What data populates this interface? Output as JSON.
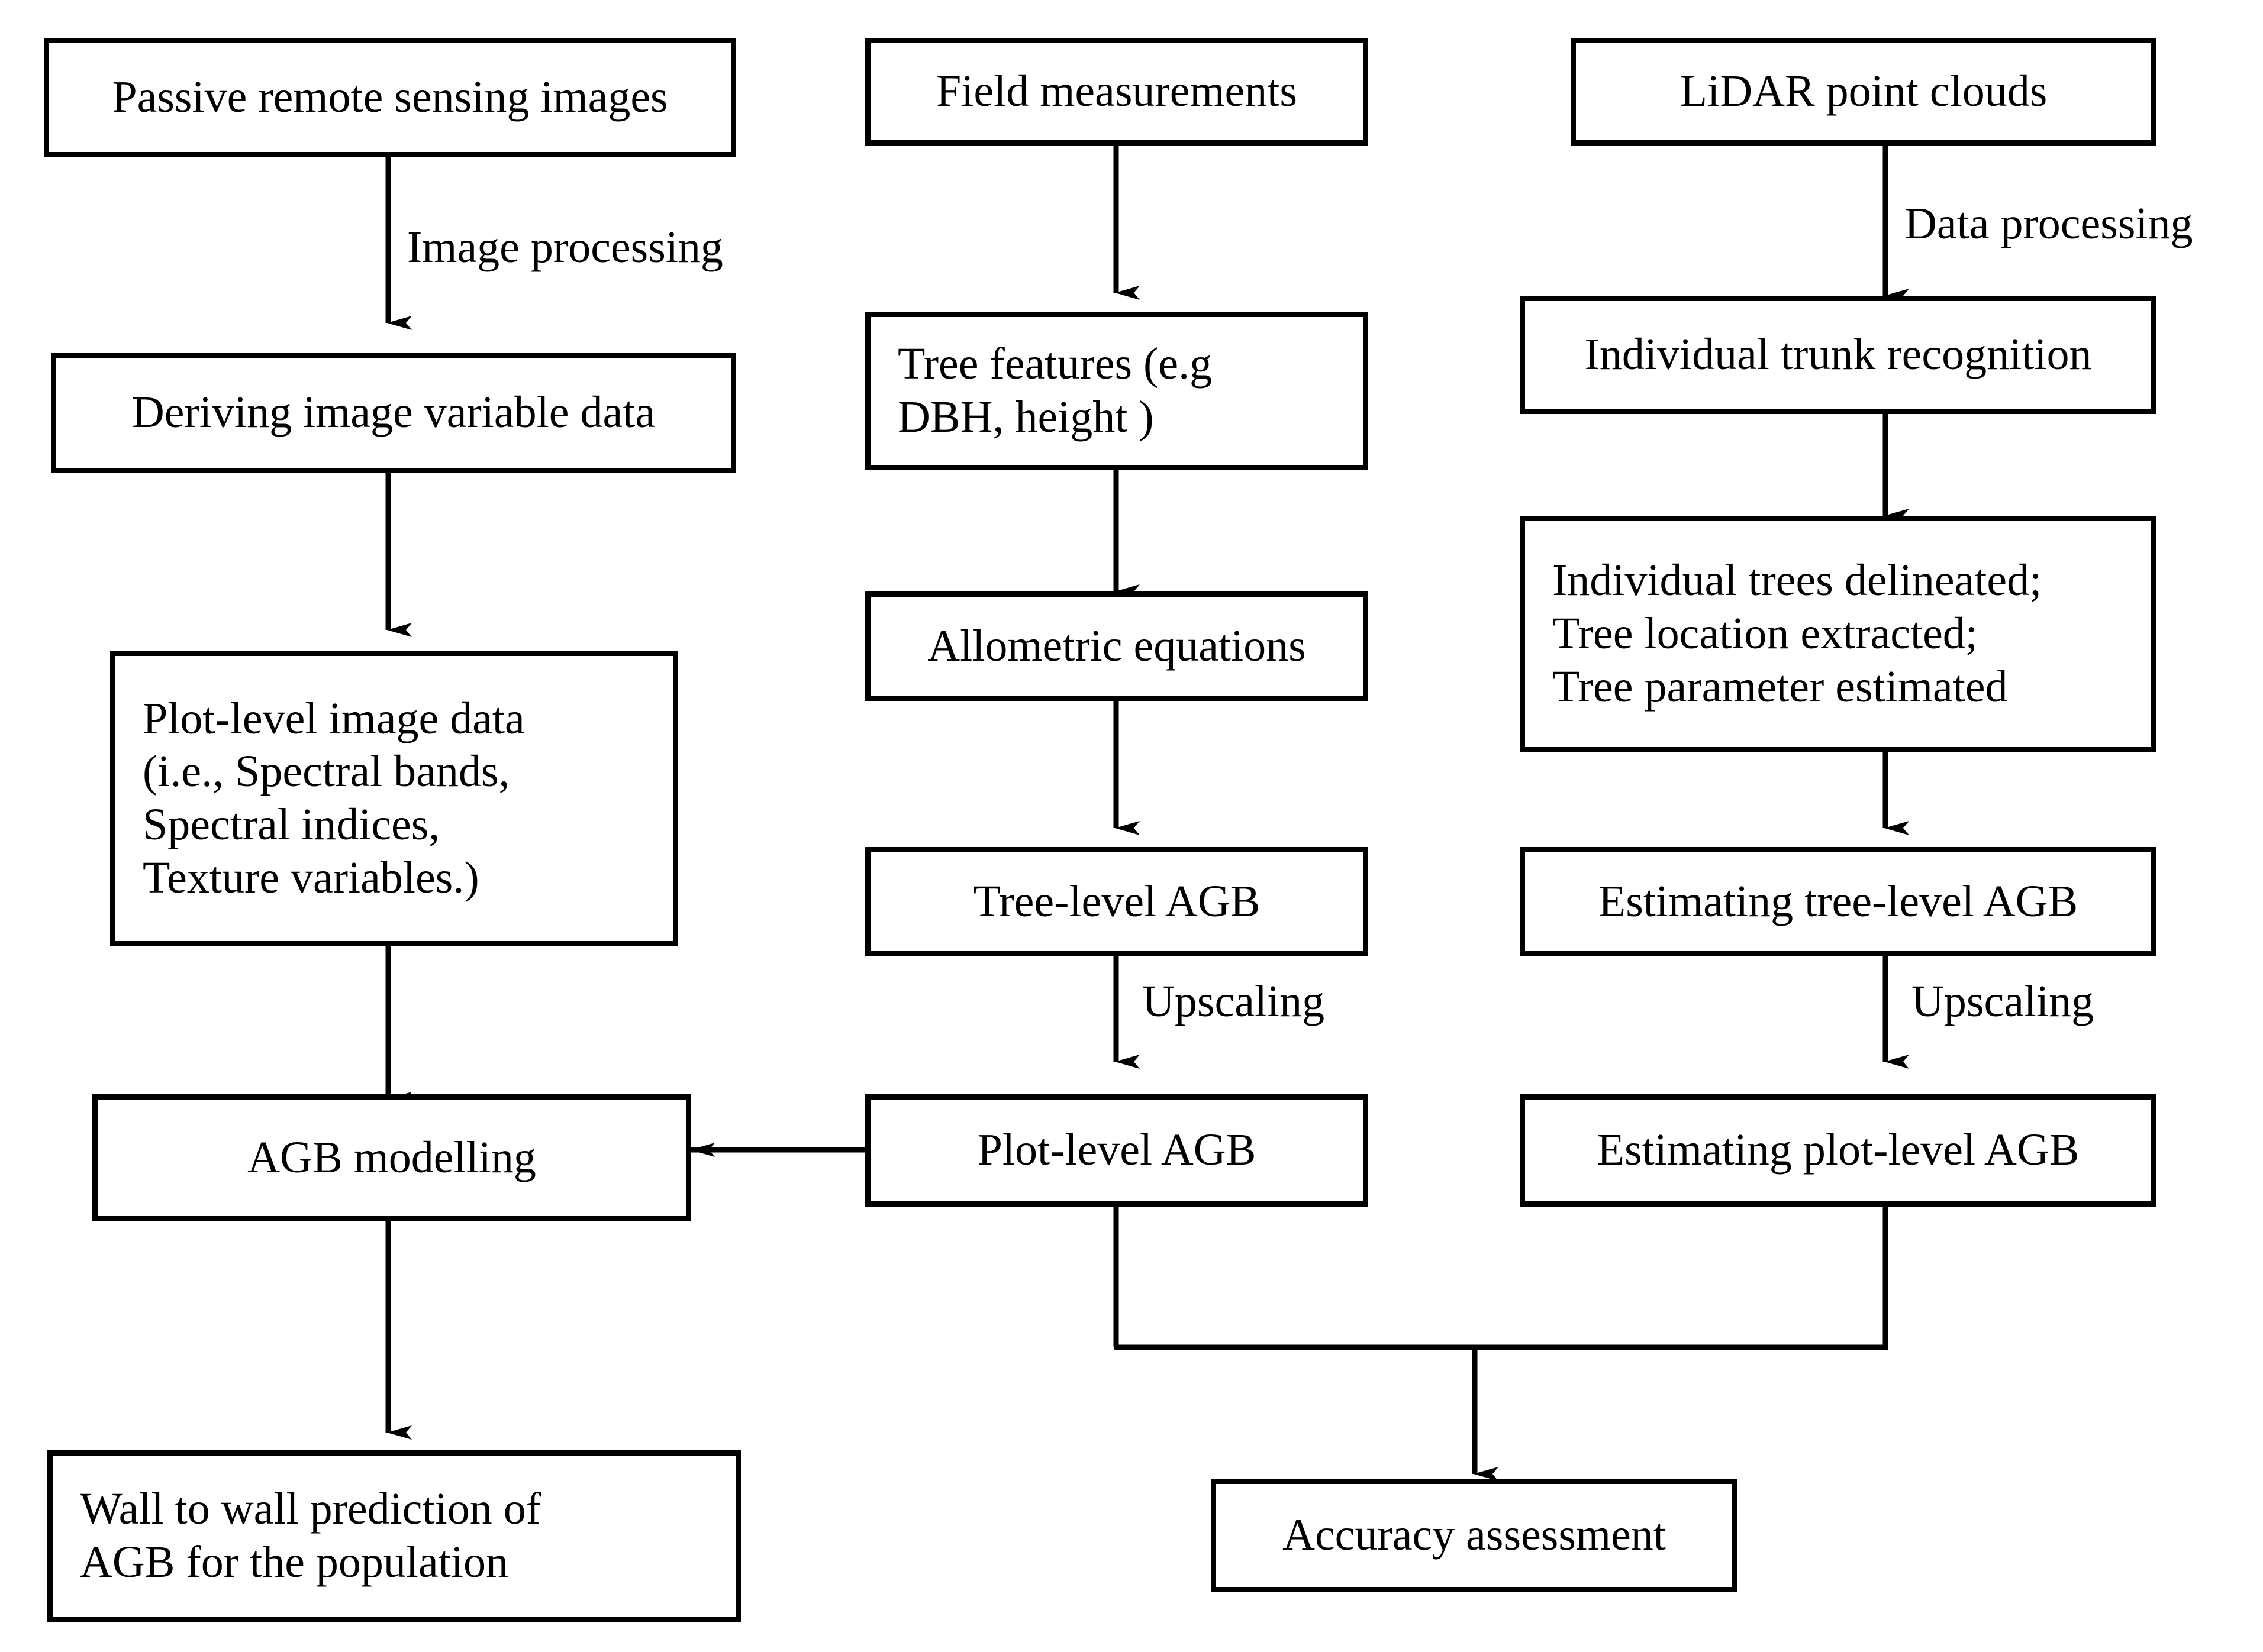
{
  "diagram": {
    "type": "flowchart",
    "title": "",
    "background_color": "#ffffff",
    "line_color": "#000000",
    "text_color": "#000000",
    "columns": [
      {
        "name": "passive-remote-sensing-branch",
        "nodes": [
          "passive_remote_sensing_images",
          "deriving_image_variable_data",
          "plot_level_image_data",
          "agb_modelling",
          "wall_to_wall_prediction"
        ]
      },
      {
        "name": "field-measurement-branch",
        "nodes": [
          "field_measurements",
          "tree_features",
          "allometric_equations",
          "tree_level_agb",
          "plot_level_agb"
        ]
      },
      {
        "name": "lidar-branch",
        "nodes": [
          "lidar_point_clouds",
          "individual_trunk_recognition",
          "individual_trees_delineated",
          "estimating_tree_level_agb",
          "estimating_plot_level_agb"
        ]
      }
    ],
    "nodes": {
      "passive_remote_sensing_images": "Passive remote sensing images",
      "deriving_image_variable_data": "Deriving image variable data",
      "plot_level_image_data": "Plot-level image data\n(i.e., Spectral bands,\nSpectral indices,\nTexture variables.)",
      "agb_modelling": "AGB modelling",
      "wall_to_wall_prediction": "Wall to wall prediction of\nAGB for the population",
      "field_measurements": "Field measurements",
      "tree_features": "Tree features (e.g\nDBH, height )",
      "allometric_equations": "Allometric equations",
      "tree_level_agb": "Tree-level AGB",
      "plot_level_agb": "Plot-level AGB",
      "lidar_point_clouds": "LiDAR point clouds",
      "individual_trunk_recognition": "Individual trunk recognition",
      "individual_trees_delineated": "Individual trees delineated;\nTree location extracted;\nTree parameter estimated",
      "estimating_tree_level_agb": "Estimating tree-level AGB",
      "estimating_plot_level_agb": "Estimating plot-level AGB",
      "accuracy_assessment": "Accuracy assessment"
    },
    "edge_labels": {
      "image_processing": "Image processing",
      "data_processing": "Data processing",
      "upscaling_middle": "Upscaling",
      "upscaling_right": "Upscaling"
    }
  }
}
